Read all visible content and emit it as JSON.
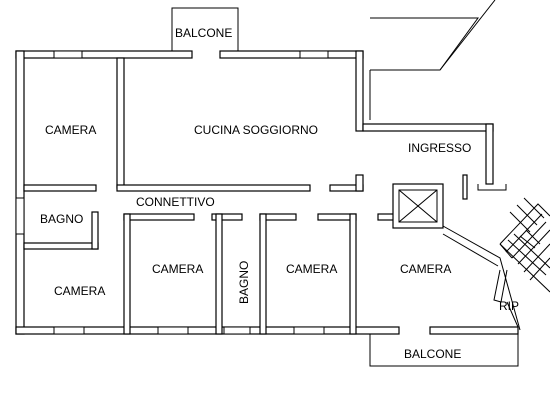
{
  "rooms": {
    "balcone_top": "BALCONE",
    "camera_top_left": "CAMERA",
    "cucina_soggiorno": "CUCINA SOGGIORNO",
    "ingresso": "INGRESSO",
    "bagno_left": "BAGNO",
    "connettivo": "CONNETTIVO",
    "camera_bottom_left": "CAMERA",
    "camera_center_left": "CAMERA",
    "bagno_center": "BAGNO",
    "camera_center_right": "CAMERA",
    "camera_right": "CAMERA",
    "rip": "RIP",
    "balcone_bottom": "BALCONE"
  }
}
